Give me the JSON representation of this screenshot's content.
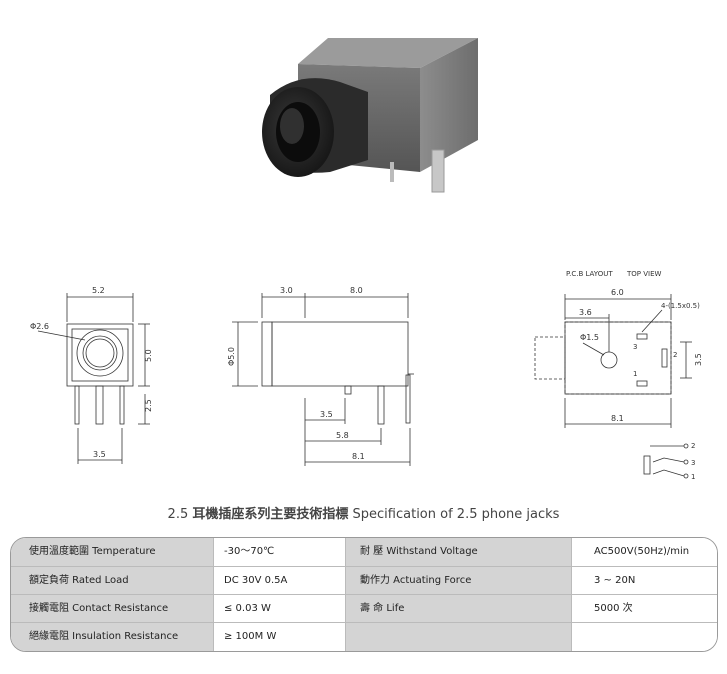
{
  "pcb": {
    "layout_label": "P.C.B LAYOUT",
    "view_label": "TOP VIEW"
  },
  "front": {
    "w": "5.2",
    "hole": "Φ2.6",
    "h": "5.0",
    "pin": "2.5",
    "pitch": "3.5"
  },
  "side": {
    "a": "3.0",
    "b": "8.0",
    "dia": "Φ5.0",
    "c": "3.5",
    "d": "5.8",
    "e": "8.1"
  },
  "top": {
    "w": "6.0",
    "a": "3.6",
    "hole": "Φ1.5",
    "pads": "4-(1.5x0.5)",
    "h": "3.5",
    "len": "8.1",
    "pin3": "3",
    "pin2": "2",
    "pin1": "1"
  },
  "schematic": {
    "p2": "2",
    "p3": "3",
    "p1": "1"
  },
  "title": {
    "prefix": "2.5",
    "cn": "耳機插座系列主要技術指標",
    "en": "Specification of 2.5 phone jacks"
  },
  "spec_rows": [
    {
      "label": "使用溫度範圍 Temperature",
      "value": "-30～70℃",
      "label2": "耐   壓  Withstand Voltage",
      "value2": "AC500V(50Hz)/min"
    },
    {
      "label": "額定負荷  Rated Load",
      "value": "DC  30V  0.5A",
      "label2": "動作力  Actuating Force",
      "value2": "3 ~ 20N"
    },
    {
      "label": "接觸電阻  Contact Resistance",
      "value": "≤ 0.03 W",
      "label2": "壽   命  Life",
      "value2": "5000 次"
    },
    {
      "label": "絕緣電阻  Insulation Resistance",
      "value": "≥ 100M W",
      "label2": "",
      "value2": ""
    }
  ]
}
